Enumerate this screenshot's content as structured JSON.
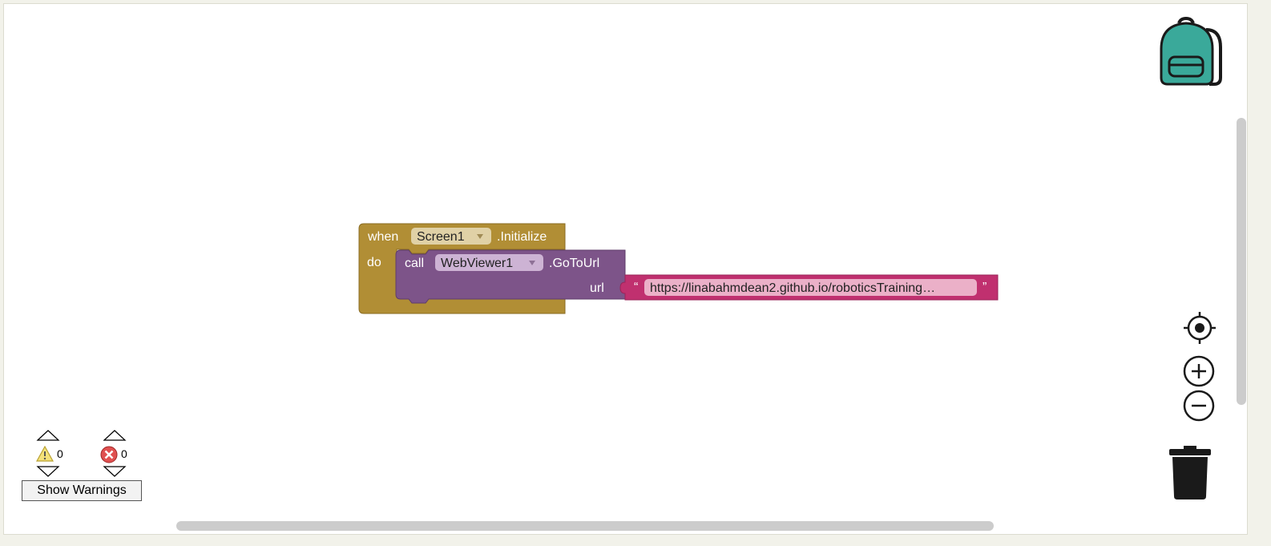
{
  "event_block": {
    "when_label": "when",
    "component": "Screen1",
    "event": ".Initialize",
    "do_label": "do",
    "color": "#b18e35"
  },
  "call_block": {
    "call_label": "call",
    "component": "WebViewer1",
    "method": ".GoToUrl",
    "param_label": "url",
    "color": "#7d5489"
  },
  "text_block": {
    "open_quote": "“",
    "value": "https://linabahmdean2.github.io/roboticsTraining…",
    "close_quote": "”",
    "color": "#c0306f"
  },
  "warnings": {
    "warning_count": "0",
    "error_count": "0",
    "show_warnings_label": "Show Warnings"
  },
  "icons": {
    "backpack": "backpack-icon",
    "recenter": "target-icon",
    "zoom_in": "plus-circle-icon",
    "zoom_out": "minus-circle-icon",
    "trash": "trash-icon",
    "warning": "warning-triangle-icon",
    "error": "error-x-icon",
    "dropdown": "dropdown-arrow-icon"
  },
  "colors": {
    "backpack": "#3aa99a",
    "scrollbar": "#cccccc"
  }
}
